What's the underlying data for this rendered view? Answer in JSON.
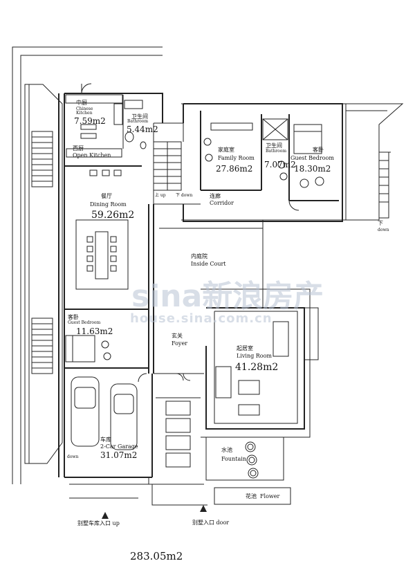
{
  "rooms": {
    "chinese_kitchen": {
      "cn": "中厨",
      "en": "Chinese Kitchen",
      "area": "7.59m2"
    },
    "bathroom_top": {
      "cn": "卫生间",
      "en": "Bathroom",
      "area": "5.44m2"
    },
    "open_kitchen": {
      "cn": "西厨",
      "en": "Open Kitchen"
    },
    "dining_room": {
      "cn": "餐厅",
      "en": "Dining Room",
      "area": "59.26m2"
    },
    "family_room": {
      "cn": "家庭室",
      "en": "Family Room",
      "area": "27.86m2"
    },
    "bathroom_right": {
      "cn": "卫生间",
      "en": "Bathroom",
      "area": "7.07m2"
    },
    "guest_bedroom_right": {
      "cn": "客卧",
      "en": "Guest Bedroom",
      "area": "18.30m2"
    },
    "corridor": {
      "cn": "连廊",
      "en": "Corridor"
    },
    "inside_court": {
      "cn": "内庭院",
      "en": "Inside Court"
    },
    "guest_bedroom_left": {
      "cn": "客卧",
      "en": "Guest Bedroom",
      "area": "11.63m2"
    },
    "foyer": {
      "cn": "玄关",
      "en": "Foyer"
    },
    "living_room": {
      "cn": "起居室",
      "en": "Living Room",
      "area": "41.28m2"
    },
    "garage": {
      "cn": "车库",
      "en": "2-Car Garage",
      "area": "31.07m2"
    },
    "fountain": {
      "cn": "水池",
      "en": "Fountain"
    },
    "flower": {
      "cn": "花池",
      "en": "Flower"
    }
  },
  "stairs": {
    "up": "上 up",
    "down": "下 down",
    "garage_down": "down",
    "right_down_cn": "下",
    "right_down_en": "down"
  },
  "entrances": {
    "garage": "别墅车库入口 up",
    "door": "别墅入口 door"
  },
  "total_area": "283.05m2",
  "watermark": {
    "brand": "sina新浪房产",
    "url": "house.sina.com.cn"
  }
}
